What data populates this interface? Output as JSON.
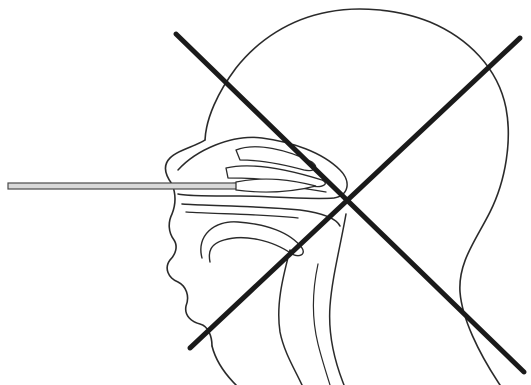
{
  "figure": {
    "head_outline": "head-profile",
    "cross_mark": "x-mark",
    "instrument": "nasal-swab"
  },
  "colors": {
    "outline": "#2a2a2a",
    "cross": "#1a1a1a",
    "swab_fill": "#d9d9d9",
    "swab_stroke": "#4a4a4a",
    "background": "#ffffff"
  }
}
